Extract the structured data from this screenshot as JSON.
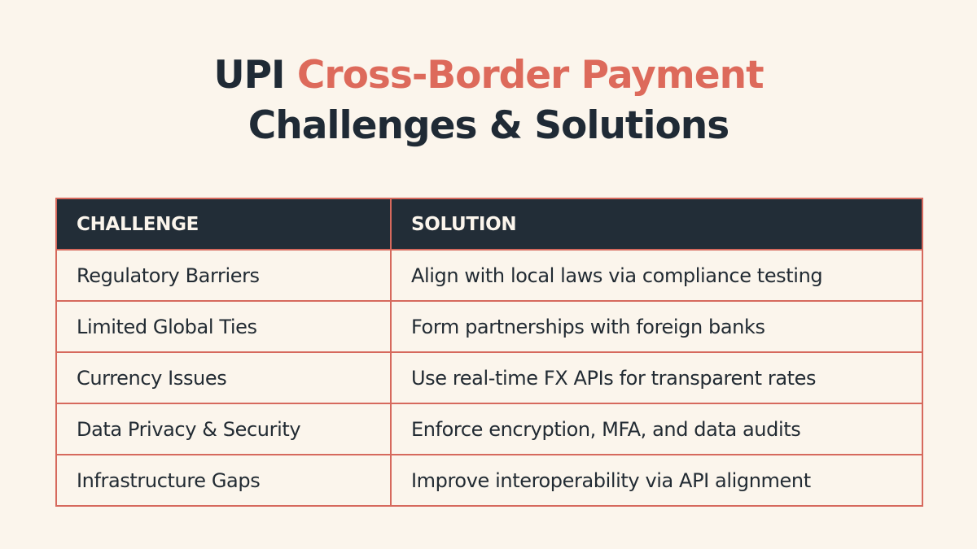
{
  "title": {
    "prefix": "UPI ",
    "accent": "Cross-Border Payment",
    "line2": "Challenges & Solutions"
  },
  "colors": {
    "background": "#fbf5ec",
    "accent": "#dd6a5b",
    "dark": "#222d37",
    "border": "#d6695d"
  },
  "table": {
    "headers": [
      "CHALLENGE",
      "SOLUTION"
    ],
    "rows": [
      {
        "challenge": "Regulatory Barriers",
        "solution": "Align with local laws via compliance testing"
      },
      {
        "challenge": "Limited Global Ties",
        "solution": "Form partnerships with foreign banks"
      },
      {
        "challenge": "Currency Issues",
        "solution": "Use real-time FX APIs for transparent rates"
      },
      {
        "challenge": "Data Privacy & Security",
        "solution": "Enforce encryption, MFA, and data audits"
      },
      {
        "challenge": "Infrastructure Gaps",
        "solution": "Improve interoperability via API alignment"
      }
    ]
  }
}
